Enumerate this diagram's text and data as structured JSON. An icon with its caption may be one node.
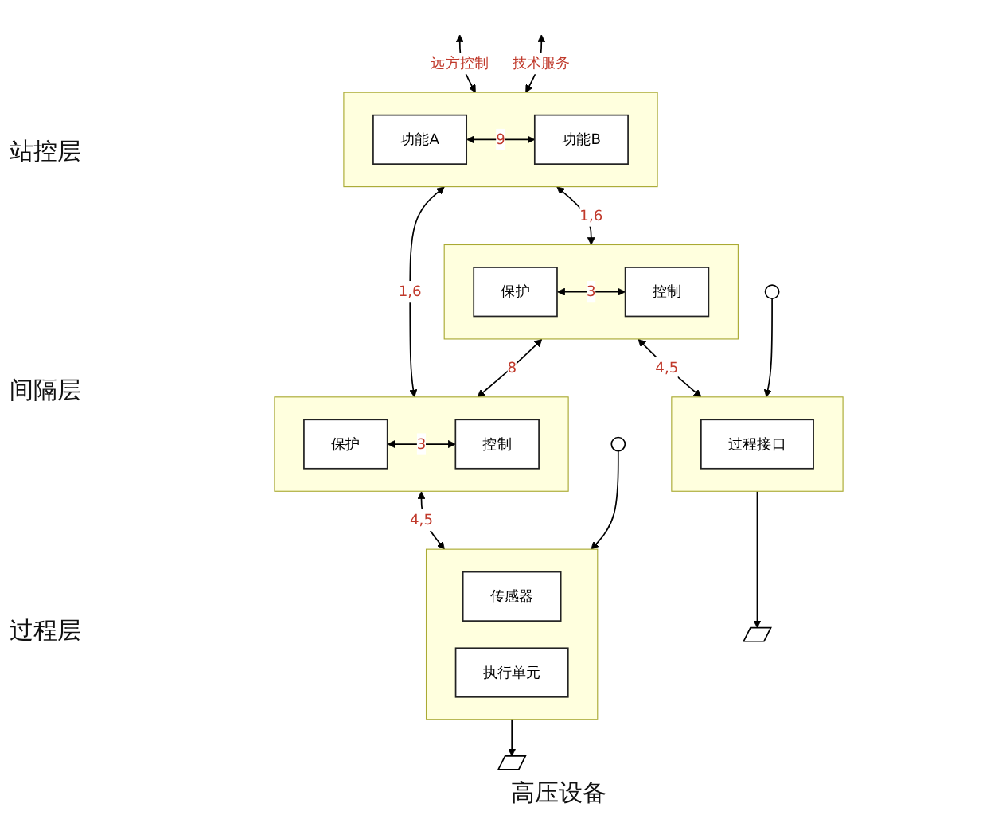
{
  "diagram": {
    "nodes": [
      {
        "text": [],
        "shape": "box"
      },
      {
        "text": [
          "功能A"
        ],
        "in": 0
      },
      {
        "text": [
          "功能B"
        ],
        "in": 0
      },
      {
        "text": [],
        "shape": "box"
      },
      {
        "text": [
          "保护"
        ],
        "in": 3
      },
      {
        "text": [
          "控制"
        ],
        "in": 3
      },
      {
        "text": [],
        "shape": "box"
      },
      {
        "text": [
          "保护"
        ],
        "in": 6
      },
      {
        "text": [
          "控制"
        ],
        "in": 6
      },
      {
        "text": [],
        "shape": "box"
      },
      {
        "text": [
          "过程接口"
        ],
        "in": 9
      },
      {
        "text": [],
        "shape": "box"
      },
      {
        "text": [
          "传感器"
        ],
        "in": 11
      },
      {
        "text": [
          "执行单元"
        ],
        "in": 11
      },
      {
        "text": [],
        "shape": "circle"
      },
      {
        "text": [],
        "shape": "switch"
      },
      {
        "text": [],
        "shape": "circle"
      },
      {
        "text": [],
        "shape": "switch"
      }
    ],
    "edges": [
      {
        "from": null,
        "to": 0,
        "arrow": "both",
        "label": "远方控制"
      },
      {
        "from": null,
        "to": 0,
        "arrow": "both",
        "label": "技术服务"
      },
      {
        "from": 1,
        "to": 2,
        "arrow": "both",
        "label": "9"
      },
      {
        "from": 0,
        "to": 3,
        "arrow": "both",
        "label": "1,6"
      },
      {
        "from": 0,
        "to": 6,
        "arrow": "both",
        "label": "1,6"
      },
      {
        "from": 3,
        "to": 6,
        "arrow": "both",
        "label": "8"
      },
      {
        "from": 4,
        "to": 5,
        "arrow": "both",
        "label": "3"
      },
      {
        "from": 7,
        "to": 8,
        "arrow": "both",
        "label": "3"
      },
      {
        "from": 3,
        "to": 9,
        "arrow": "both",
        "label": "4,5"
      },
      {
        "from": 6,
        "to": 11,
        "arrow": "both",
        "label": "4,5"
      },
      {
        "from": 14,
        "to": 9,
        "arrow": "to"
      },
      {
        "from": 9,
        "to": 15,
        "arrow": "to"
      },
      {
        "from": 16,
        "to": 11,
        "arrow": "to"
      },
      {
        "from": 11,
        "to": 17,
        "arrow": "to"
      }
    ],
    "labels": [
      "站控层",
      "间隔层",
      "过程层",
      "高压设备"
    ]
  }
}
